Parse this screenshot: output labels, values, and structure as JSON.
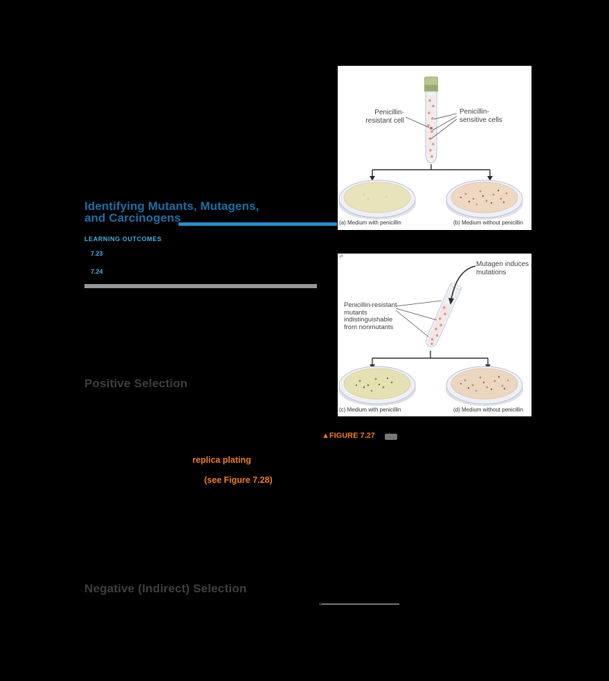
{
  "colors": {
    "heading_blue": "#1d6fa8",
    "rule_blue": "#2291cc",
    "sky_blue": "#44b2e2",
    "orange_accent": "#f27d22",
    "divider_gray": "#97979a",
    "heading_gray": "#403e41"
  },
  "section": {
    "title_line1": "Identifying Mutants, Mutagens,",
    "title_line2": "and Carcinogens",
    "subheading": "LEARNING OUTCOMES",
    "objectives": [
      {
        "number": "7.23"
      },
      {
        "number": "7.24"
      }
    ]
  },
  "headings": {
    "positive_selection": "Positive Selection",
    "negative_selection": "Negative (Indirect) Selection"
  },
  "links": {
    "key_term": "replica plating",
    "figure_reference": "(see Figure 7.28)"
  },
  "figure_caption": {
    "label": "▲FIGURE 7.27"
  },
  "figure1": {
    "left_label_line1": "Penicillin-",
    "left_label_line2": "resistant cell",
    "right_label_line1": "Penicillin-",
    "right_label_line2": "sensitive cells",
    "caption_left": "(a) Medium with penicillin",
    "caption_right": "(b) Medium without penicillin"
  },
  "figure2": {
    "mutagen_label_line1": "Mutagen induces",
    "mutagen_label_line2": "mutations",
    "left_label_line1": "Penicillin-resistant",
    "left_label_line2": "mutants",
    "left_label_line3": "indistinguishable",
    "left_label_line4": "from nonmutants",
    "tiny_marker": "⇄",
    "caption_left": "(c) Medium with penicillin",
    "caption_right": "(d) Medium without penicillin"
  }
}
